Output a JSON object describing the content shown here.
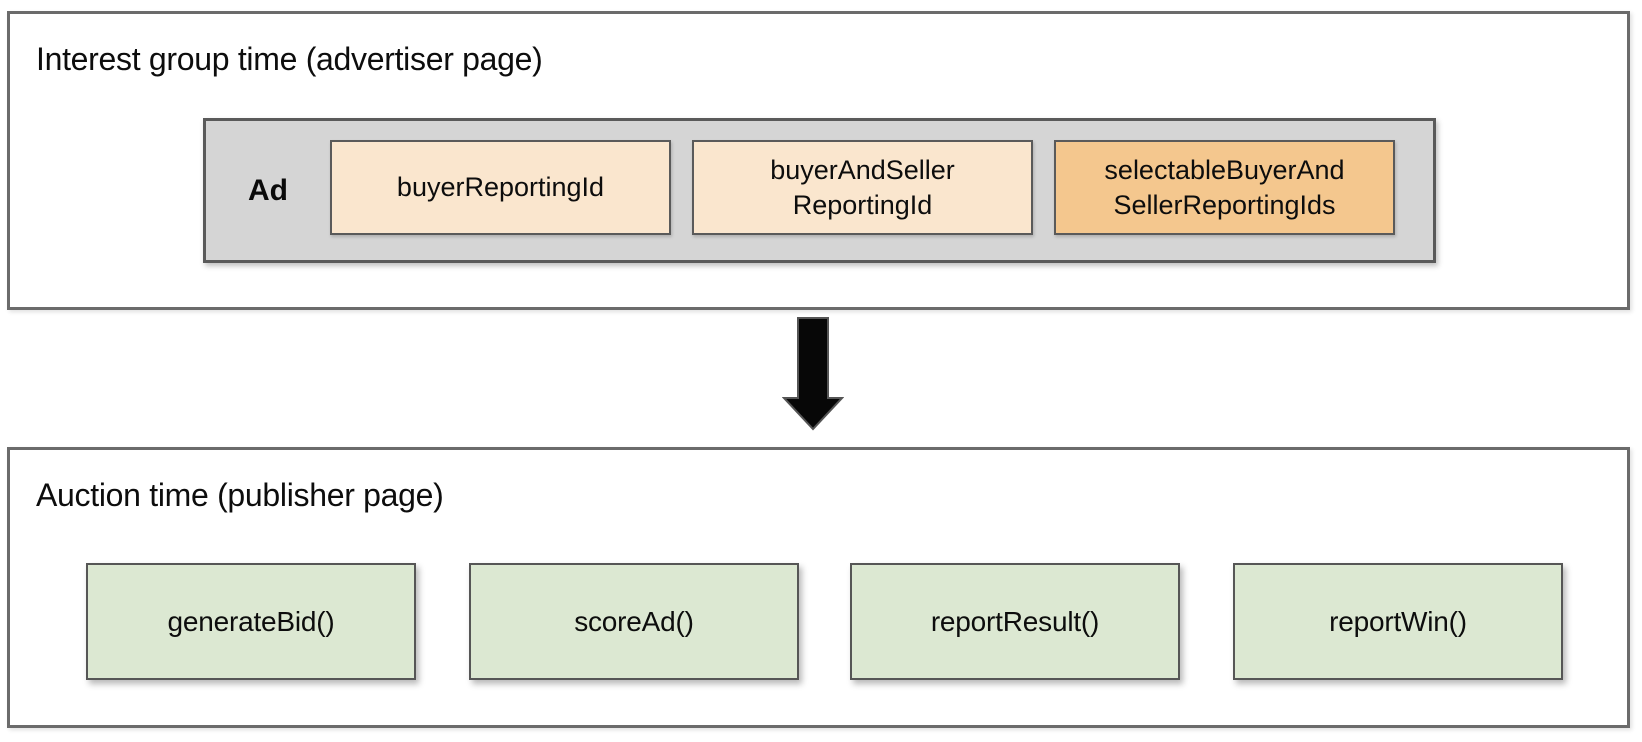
{
  "colors": {
    "panel_border": "#6b6b6b",
    "ad_container_fill": "#d5d5d5",
    "reporting_id_box_fill": "#fae6ce",
    "selectable_id_box_fill": "#f4c78e",
    "function_box_fill": "#dce8d2",
    "box_border": "#5a5a5a",
    "arrow_fill": "#000000"
  },
  "interest_group_panel": {
    "title": "Interest group time (advertiser page)",
    "ad_label": "Ad",
    "id_boxes": [
      {
        "label": "buyerReportingId"
      },
      {
        "label": "buyerAndSeller\nReportingId"
      },
      {
        "label": "selectableBuyerAnd\nSellerReportingIds"
      }
    ]
  },
  "arrow": {
    "description": "down-arrow"
  },
  "auction_panel": {
    "title": "Auction time (publisher page)",
    "function_boxes": [
      {
        "label": "generateBid()"
      },
      {
        "label": "scoreAd()"
      },
      {
        "label": "reportResult()"
      },
      {
        "label": "reportWin()"
      }
    ]
  }
}
